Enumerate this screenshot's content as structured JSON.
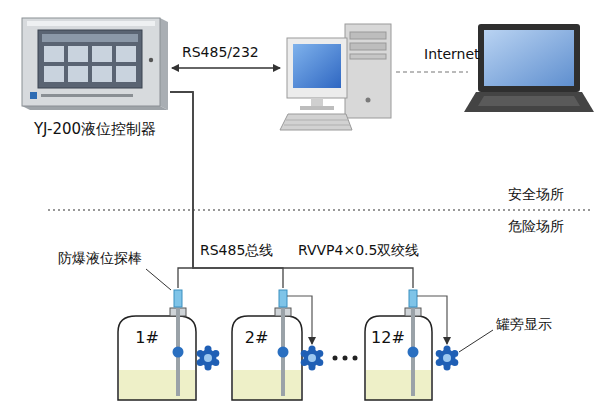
{
  "diagram": {
    "nodes": [
      {
        "text": [
          "YJ-200液位控制器"
        ]
      },
      {
        "text": [
          "1#"
        ]
      },
      {
        "text": [
          "2#"
        ]
      },
      {
        "text": [
          "12#"
        ]
      }
    ],
    "edges": [
      {
        "from": 0,
        "to": 1,
        "arrow": "none"
      },
      {
        "from": 0,
        "to": 2,
        "arrow": "none"
      },
      {
        "from": 0,
        "to": 3,
        "arrow": "none"
      }
    ],
    "labels": [
      "RS485/232",
      "Internet",
      "安全场所",
      "危险场所",
      "RS485总线",
      "RVVP4×0.5双绞线",
      "防爆液位探棒",
      "罐旁显示"
    ]
  }
}
